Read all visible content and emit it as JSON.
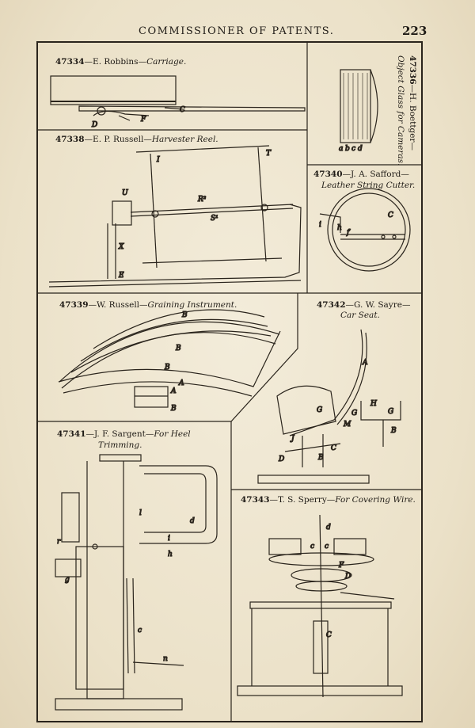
{
  "header": {
    "running_head": "COMMISSIONER OF PATENTS.",
    "page_number": "223"
  },
  "figures": [
    {
      "number": "47334",
      "sep": "—",
      "inventor": "E. Robbins",
      "title": "Carriage."
    },
    {
      "number": "47336",
      "sep": "—",
      "inventor": "H. Boettger",
      "title": "Object Glass for Cameras."
    },
    {
      "number": "47338",
      "sep": "—",
      "inventor": "E. P. Russell",
      "title": "Harvester Reel."
    },
    {
      "number": "47340",
      "sep": "—",
      "inventor": "J. A. Safford",
      "title": "Leather String Cutter."
    },
    {
      "number": "47339",
      "sep": "—",
      "inventor": "W. Russell",
      "title": "Graining Instrument."
    },
    {
      "number": "47342",
      "sep": "—",
      "inventor": "G. W. Sayre",
      "title": "Car Seat."
    },
    {
      "number": "47341",
      "sep": "—",
      "inventor": "J. F. Sargent",
      "title": "For Heel Trimming."
    },
    {
      "number": "47343",
      "sep": "—",
      "inventor": "T. S. Sperry",
      "title": "For Covering Wire."
    }
  ],
  "letters": {
    "robbins": [
      "C",
      "D",
      "F"
    ],
    "boettger": [
      "a",
      "b",
      "c",
      "d"
    ],
    "russell_reel": [
      "T",
      "I",
      "U",
      "R²",
      "S¹",
      "X",
      "E"
    ],
    "safford": [
      "C",
      "i",
      "h",
      "f"
    ],
    "russell_grain": [
      "B",
      "B",
      "B",
      "A",
      "A",
      "B"
    ],
    "sayre": [
      "A",
      "G",
      "G",
      "H",
      "G",
      "M",
      "J",
      "B",
      "D",
      "B",
      "C"
    ],
    "sargent": [
      "r",
      "g",
      "l",
      "d",
      "i",
      "h",
      "c",
      "n"
    ],
    "sperry": [
      "d",
      "c",
      "c",
      "F",
      "D",
      "C"
    ]
  }
}
